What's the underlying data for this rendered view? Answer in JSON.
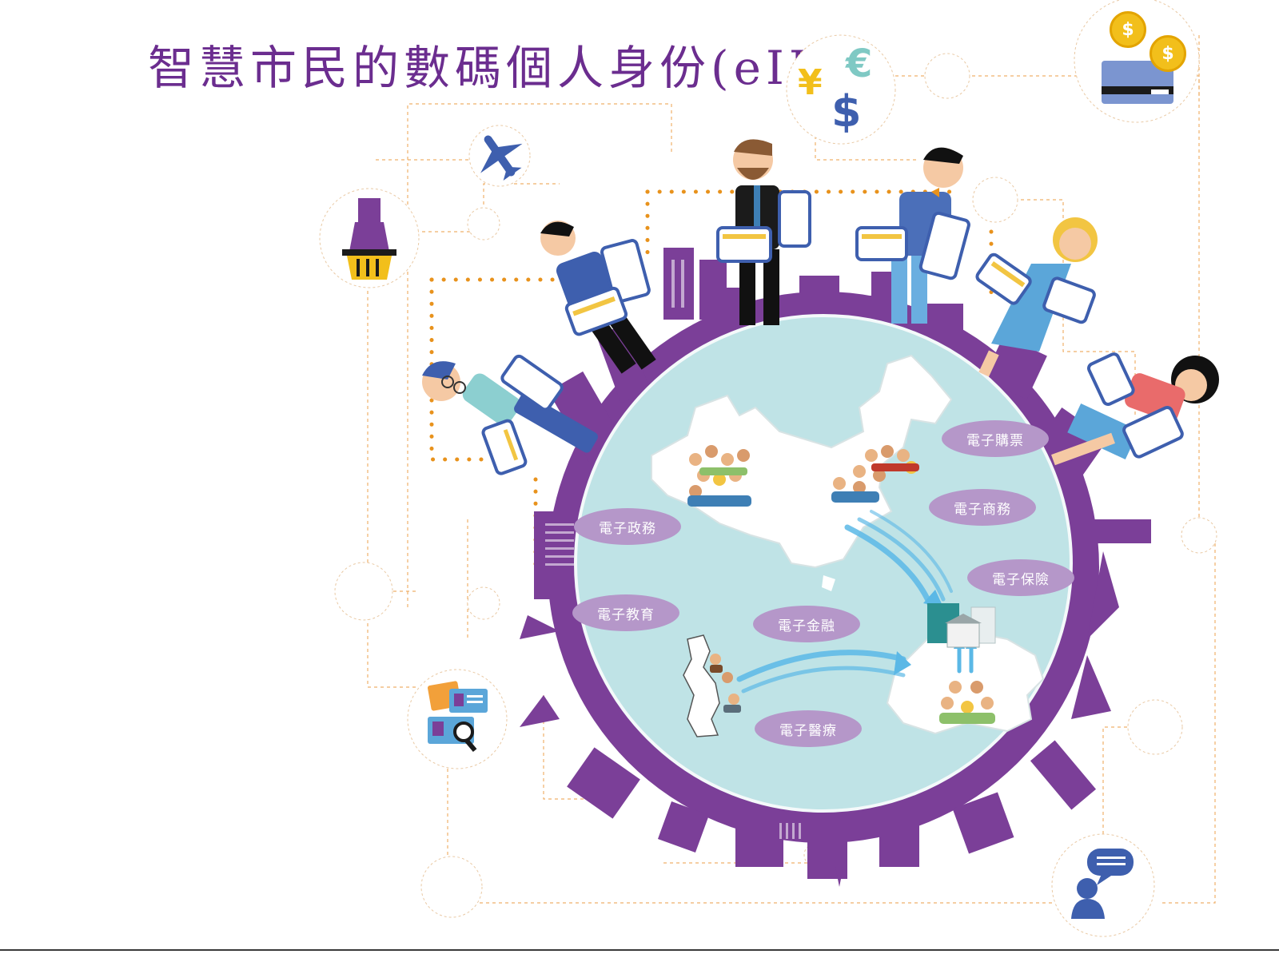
{
  "title": "智慧市民的數碼個人身份(eID)",
  "services": [
    {
      "label": "電子購票"
    },
    {
      "label": "電子商務"
    },
    {
      "label": "電子政務"
    },
    {
      "label": "電子保險"
    },
    {
      "label": "電子教育"
    },
    {
      "label": "電子金融"
    },
    {
      "label": "電子醫療"
    }
  ],
  "currency_symbols": {
    "yen": "¥",
    "euro": "€",
    "dollar": "$"
  },
  "coin_symbol": "$",
  "colors": {
    "title": "#6b2d8f",
    "skyline": "#7b3f98",
    "globe": "#bfe3e6",
    "pill": "#b597c9",
    "accent_orange": "#e8921c",
    "arrow_blue": "#5bb8e6",
    "icon_blue": "#3e5fae",
    "coin_gold": "#f2bf1b"
  },
  "icons": [
    "airplane-icon",
    "dress-icon",
    "shopping-basket-icon",
    "currency-icon",
    "credit-card-icon",
    "id-card-search-icon",
    "chat-user-icon",
    "china-map-icon",
    "hong-kong-map-icon",
    "macau-map-icon",
    "building-icon"
  ]
}
